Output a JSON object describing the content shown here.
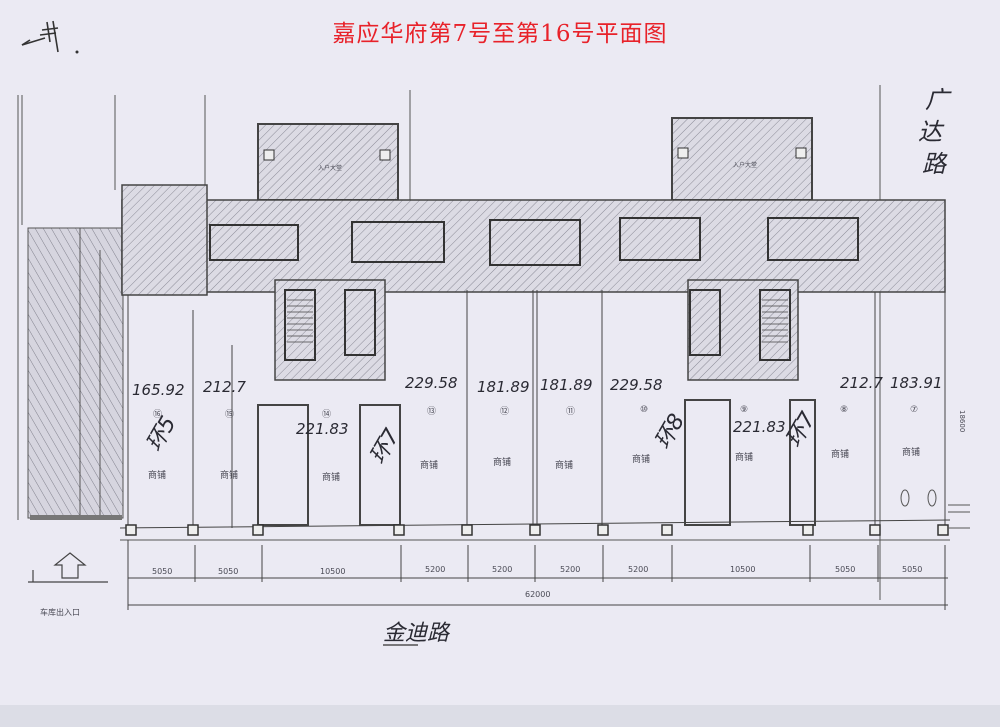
{
  "title": "嘉应华府第7号至第16号平面图",
  "annotations": {
    "north_mark": "井",
    "street_right": [
      "广",
      "达",
      "路"
    ],
    "street_bottom": "金迪路",
    "garage_entrance": "车库出入口",
    "lobby": "入户大堂",
    "overall_height_dim": "18600"
  },
  "units": [
    {
      "no": "16",
      "area": "165.92",
      "use": "商铺",
      "cell_circle": "⑯"
    },
    {
      "no": "15",
      "area": "212.7",
      "use": "商铺",
      "cell_circle": "⑮"
    },
    {
      "no": "14",
      "area": "221.83",
      "use": "商铺",
      "cell_circle": "⑭"
    },
    {
      "no": "13",
      "area": "229.58",
      "use": "商铺",
      "cell_circle": "⑬"
    },
    {
      "no": "12",
      "area": "181.89",
      "use": "商铺",
      "cell_circle": "⑫"
    },
    {
      "no": "11",
      "area": "181.89",
      "use": "商铺",
      "cell_circle": "⑪"
    },
    {
      "no": "10",
      "area": "229.58",
      "use": "商铺",
      "cell_circle": "⑩"
    },
    {
      "no": "9",
      "area": "221.83",
      "use": "商铺",
      "cell_circle": "⑨"
    },
    {
      "no": "8",
      "area": "212.7",
      "use": "商铺",
      "cell_circle": "⑧"
    },
    {
      "no": "7",
      "area": "183.91",
      "use": "商铺",
      "cell_circle": "⑦"
    }
  ],
  "handwritten_tags": [
    "环5",
    "环7",
    "环8",
    "环7"
  ],
  "dimensions": {
    "segments": [
      "5050",
      "5050",
      "10500",
      "5200",
      "5200",
      "5200",
      "5200",
      "10500",
      "5050",
      "5050"
    ],
    "total": "62000"
  },
  "colors": {
    "title": "#e8222a",
    "paper": "#ebeaf3",
    "ink": "#3a3a44",
    "hatch": "#8a8a96"
  }
}
